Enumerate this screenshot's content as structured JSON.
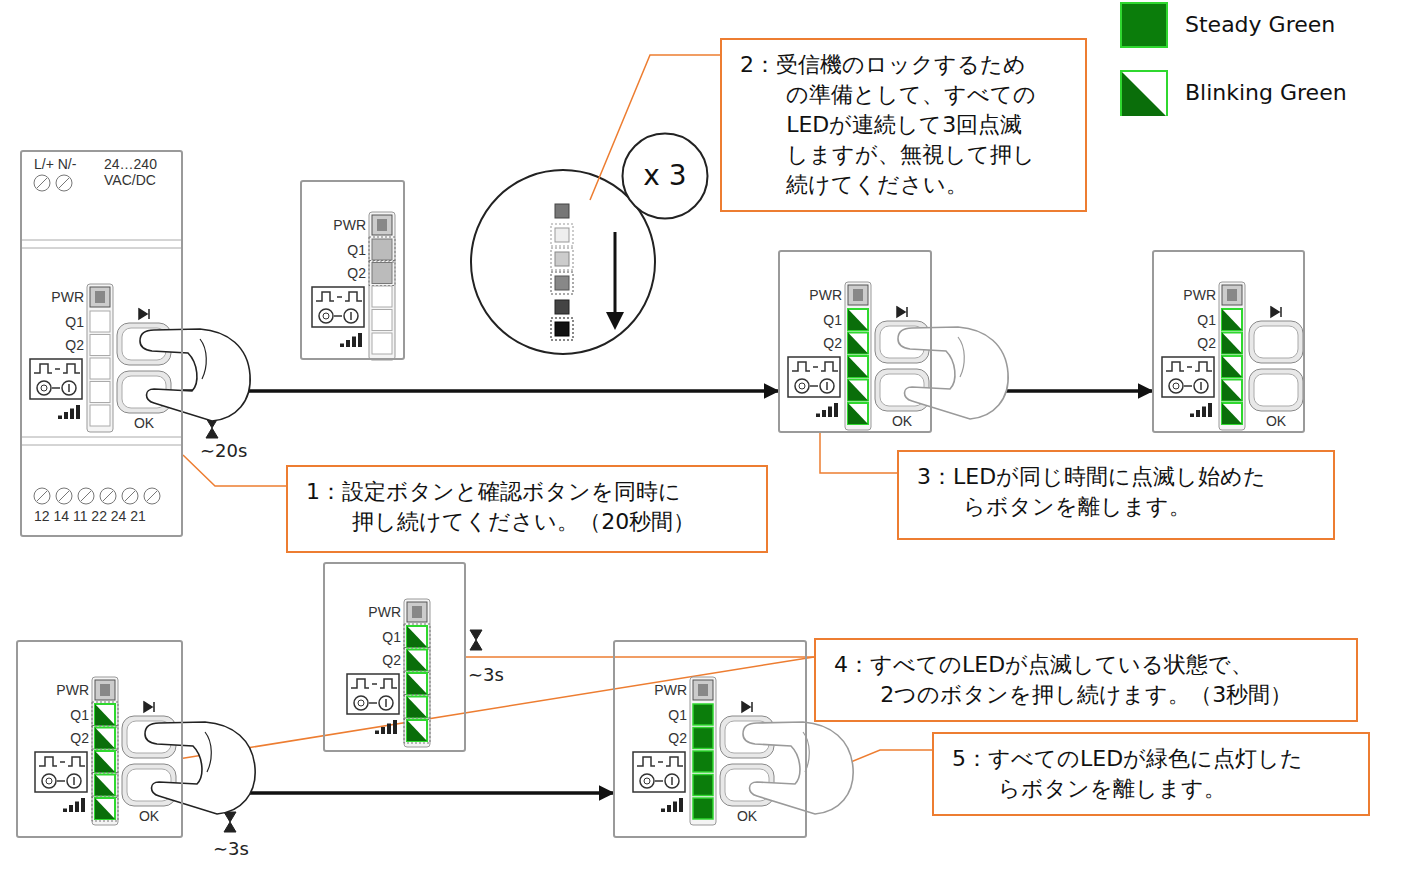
{
  "diagram": {
    "nodes": [
      {
        "text": [
          "2：受信機のロックするため の準備として、すべての LEDが連続して3回点滅 しますが、無視して押し 続けてください。"
        ]
      },
      {
        "text": [
          "L/+ N/-",
          "24…240 VAC/DC",
          "PWR",
          "Q1",
          "Q2",
          "OK",
          "12 14 11 22 24 21"
        ]
      },
      {
        "text": [
          "PWR",
          "Q1",
          "Q2"
        ]
      },
      {
        "text": [
          "x 3"
        ]
      },
      {
        "text": [
          "PWR",
          "Q1",
          "Q2",
          "OK"
        ]
      },
      {
        "text": [
          "PWR",
          "Q1",
          "Q2",
          "OK"
        ]
      },
      {
        "text": [
          "3：LEDが同じ時間に点滅し始めた らボタンを離します。"
        ]
      },
      {
        "text": [
          "1：設定ボタンと確認ボタンを同時に 押し続けてください。（20秒間）"
        ]
      },
      {
        "text": [
          "PWR",
          "Q1",
          "Q2"
        ]
      },
      {
        "text": [
          "4：すべてのLEDが点滅している状態で、 2つのボタンを押し続けます。（3秒間）"
        ]
      },
      {
        "text": [
          "PWR",
          "Q1",
          "Q2",
          "OK"
        ]
      },
      {
        "text": [
          "PWR",
          "Q1",
          "Q2",
          "OK"
        ]
      },
      {
        "text": [
          "5：すべてのLEDが緑色に点灯した らボタンを離します。"
        ]
      }
    ],
    "edges": [
      {
        "from": 1,
        "to": 4,
        "arrow": "to"
      },
      {
        "from": 4,
        "to": 5,
        "arrow": "to"
      },
      {
        "from": 10,
        "to": 11,
        "arrow": "to"
      },
      {
        "from": 7,
        "to": 1,
        "arrow": "none"
      },
      {
        "from": 6,
        "to": 4,
        "arrow": "none"
      },
      {
        "from": 9,
        "to": 8,
        "arrow": "none"
      },
      {
        "from": 9,
        "to": 10,
        "arrow": "none"
      },
      {
        "from": 12,
        "to": 11,
        "arrow": "none"
      }
    ],
    "labels": [
      "∼20s",
      "∼3s",
      "∼3s"
    ],
    "legend": [
      {
        "text": "Steady Green",
        "color": "#0b7d0b"
      },
      {
        "text": "Blinking Green"
      }
    ]
  }
}
